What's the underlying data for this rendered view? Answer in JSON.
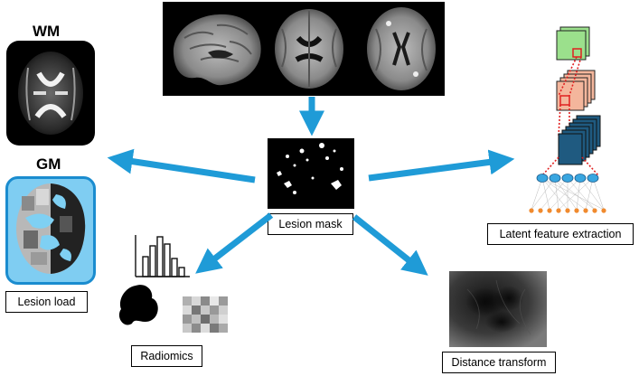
{
  "labels": {
    "wm": "WM",
    "gm": "GM",
    "lesion_mask": "Lesion mask",
    "lesion_load": "Lesion load",
    "latent": "Latent feature extraction",
    "radiomics": "Radiomics",
    "distance": "Distance transform"
  },
  "colors": {
    "arrow": "#1f9bd7",
    "gm_panel": "#7fcdf2",
    "gm_panel_border": "#1a8ccf",
    "lesion_overlay": "#7fd0f3",
    "cnn_layer1": "#9be08c",
    "cnn_layer2": "#f4b69c",
    "cnn_layer3": "#1f5a80",
    "mlp_hidden": "#39a6e0",
    "mlp_output": "#f08a2e",
    "highlight": "#e02020"
  },
  "icons": [
    "arrow-icon",
    "brain-mri-icon",
    "histogram-icon",
    "shape-blob-icon",
    "texture-matrix-icon",
    "cnn-layer-icon",
    "neural-net-icon"
  ]
}
